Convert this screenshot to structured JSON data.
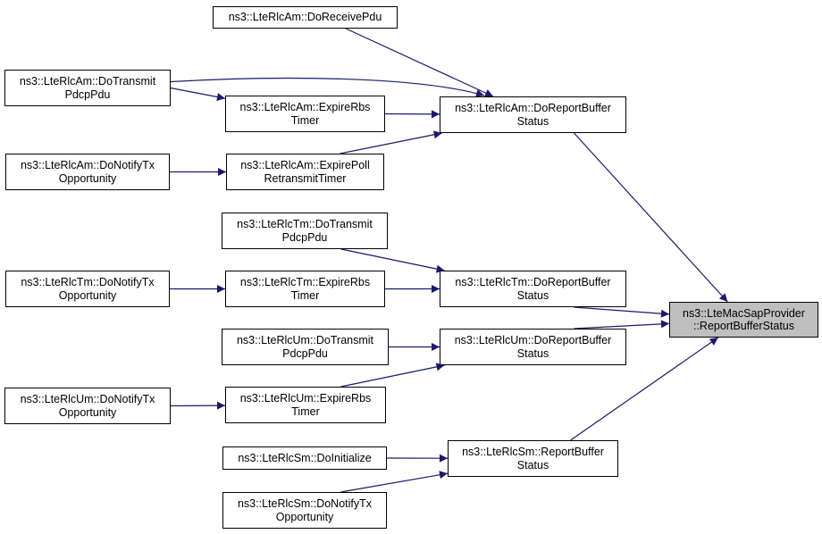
{
  "diagram": {
    "type": "caller-graph",
    "edge_color": "#191970",
    "target_fill": "#bfbfbf",
    "nodes": [
      {
        "id": "target",
        "lines": [
          "ns3::LteMacSapProvider",
          "::ReportBufferStatus"
        ],
        "target": true
      },
      {
        "id": "am_report",
        "lines": [
          "ns3::LteRlcAm::DoReportBuffer",
          "Status"
        ]
      },
      {
        "id": "am_receive",
        "lines": [
          "ns3::LteRlcAm::DoReceivePdu"
        ]
      },
      {
        "id": "am_transmit",
        "lines": [
          "ns3::LteRlcAm::DoTransmit",
          "PdcpPdu"
        ]
      },
      {
        "id": "am_expire_rbs",
        "lines": [
          "ns3::LteRlcAm::ExpireRbs",
          "Timer"
        ]
      },
      {
        "id": "am_expire_poll",
        "lines": [
          "ns3::LteRlcAm::ExpirePoll",
          "RetransmitTimer"
        ]
      },
      {
        "id": "am_notify",
        "lines": [
          "ns3::LteRlcAm::DoNotifyTx",
          "Opportunity"
        ]
      },
      {
        "id": "tm_report",
        "lines": [
          "ns3::LteRlcTm::DoReportBuffer",
          "Status"
        ]
      },
      {
        "id": "tm_transmit",
        "lines": [
          "ns3::LteRlcTm::DoTransmit",
          "PdcpPdu"
        ]
      },
      {
        "id": "tm_expire_rbs",
        "lines": [
          "ns3::LteRlcTm::ExpireRbs",
          "Timer"
        ]
      },
      {
        "id": "tm_notify",
        "lines": [
          "ns3::LteRlcTm::DoNotifyTx",
          "Opportunity"
        ]
      },
      {
        "id": "um_report",
        "lines": [
          "ns3::LteRlcUm::DoReportBuffer",
          "Status"
        ]
      },
      {
        "id": "um_transmit",
        "lines": [
          "ns3::LteRlcUm::DoTransmit",
          "PdcpPdu"
        ]
      },
      {
        "id": "um_expire_rbs",
        "lines": [
          "ns3::LteRlcUm::ExpireRbs",
          "Timer"
        ]
      },
      {
        "id": "um_notify",
        "lines": [
          "ns3::LteRlcUm::DoNotifyTx",
          "Opportunity"
        ]
      },
      {
        "id": "sm_report",
        "lines": [
          "ns3::LteRlcSm::ReportBuffer",
          "Status"
        ]
      },
      {
        "id": "sm_init",
        "lines": [
          "ns3::LteRlcSm::DoInitialize"
        ]
      },
      {
        "id": "sm_notify",
        "lines": [
          "ns3::LteRlcSm::DoNotifyTx",
          "Opportunity"
        ]
      }
    ],
    "edges": [
      {
        "from": "am_receive",
        "to": "am_report"
      },
      {
        "from": "am_transmit",
        "to": "am_report"
      },
      {
        "from": "am_transmit",
        "to": "am_expire_rbs"
      },
      {
        "from": "am_expire_rbs",
        "to": "am_report"
      },
      {
        "from": "am_notify",
        "to": "am_expire_poll"
      },
      {
        "from": "am_expire_poll",
        "to": "am_report"
      },
      {
        "from": "am_report",
        "to": "target"
      },
      {
        "from": "tm_transmit",
        "to": "tm_report"
      },
      {
        "from": "tm_notify",
        "to": "tm_expire_rbs"
      },
      {
        "from": "tm_expire_rbs",
        "to": "tm_report"
      },
      {
        "from": "tm_report",
        "to": "target"
      },
      {
        "from": "um_transmit",
        "to": "um_report"
      },
      {
        "from": "um_notify",
        "to": "um_expire_rbs"
      },
      {
        "from": "um_expire_rbs",
        "to": "um_report"
      },
      {
        "from": "um_report",
        "to": "target"
      },
      {
        "from": "sm_init",
        "to": "sm_report"
      },
      {
        "from": "sm_notify",
        "to": "sm_report"
      },
      {
        "from": "sm_report",
        "to": "target"
      }
    ]
  }
}
